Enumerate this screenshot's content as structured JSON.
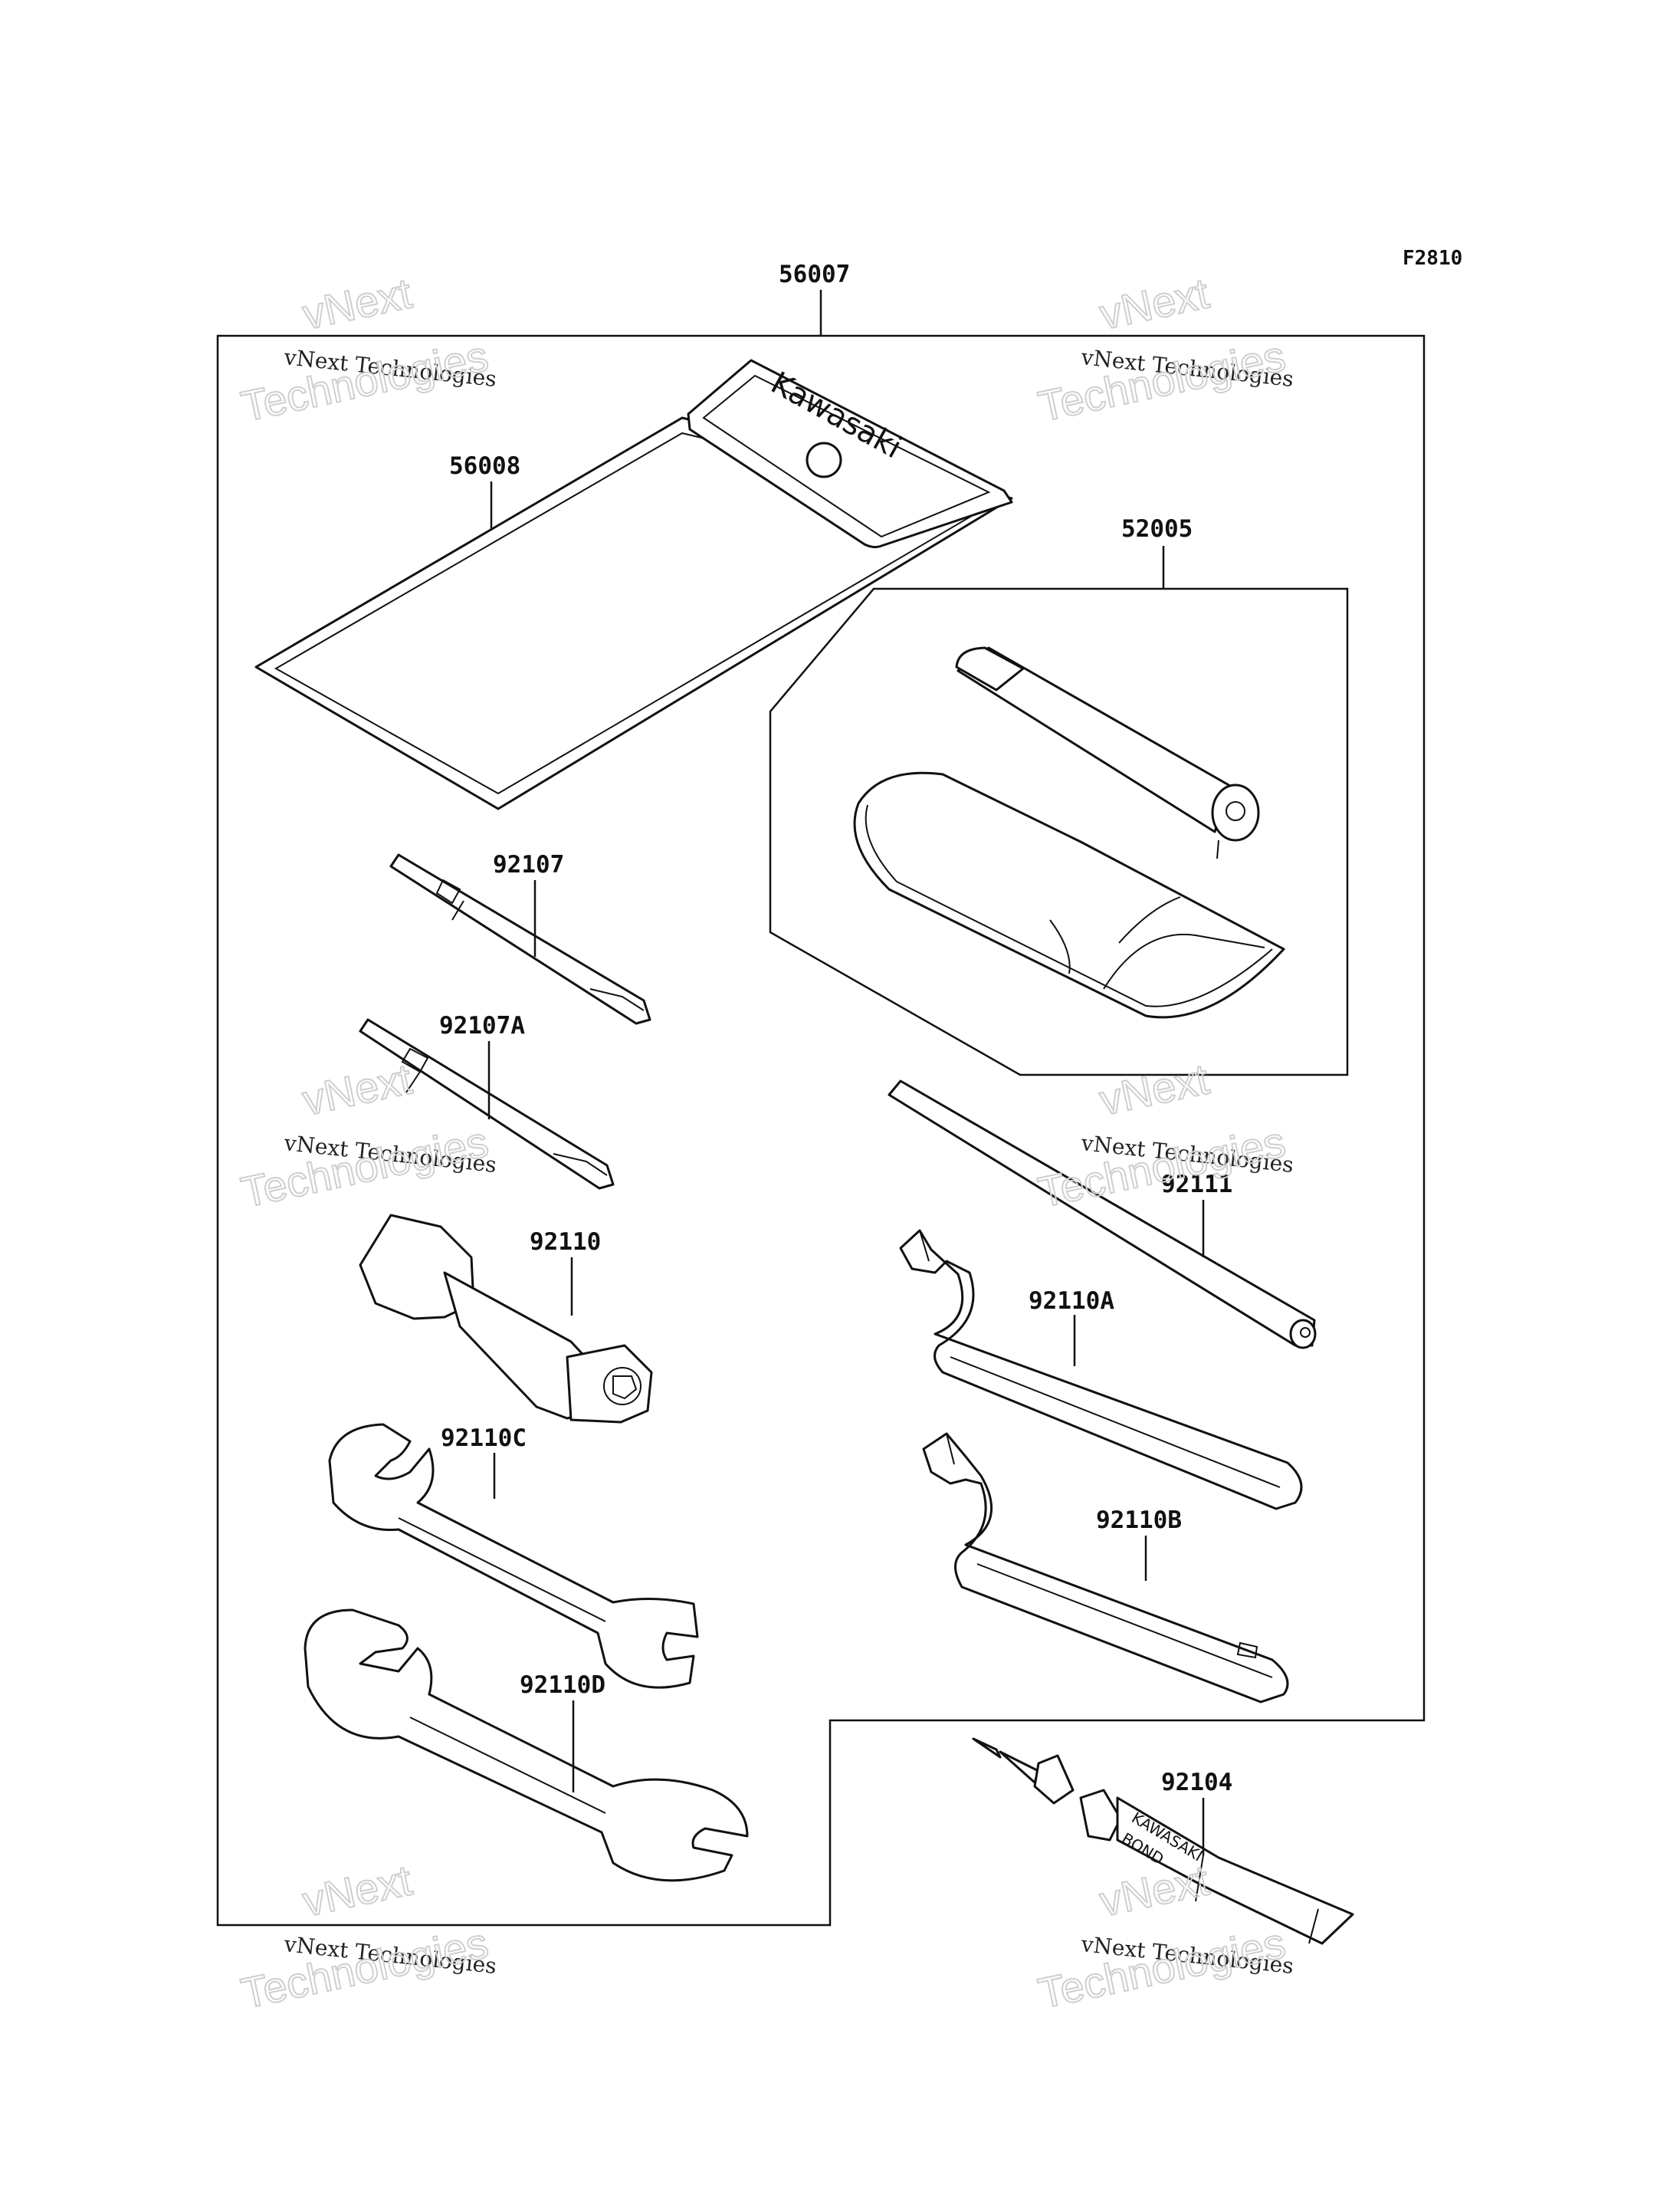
{
  "figure_code": "F2810",
  "labels": {
    "p56007": "56007",
    "p56008": "56008",
    "p52005": "52005",
    "p92107": "92107",
    "p92107A": "92107A",
    "p92110": "92110",
    "p92110C": "92110C",
    "p92110D": "92110D",
    "p92111": "92111",
    "p92110A": "92110A",
    "p92110B": "92110B",
    "p92104": "92104"
  },
  "brand": {
    "pouch": "Kawasaki",
    "tube_line1": "KAWASAKI",
    "tube_line2": "BOND"
  },
  "watermark": {
    "line1": "vNext",
    "line2": "vNext Technologies",
    "line3": "Technologies"
  }
}
